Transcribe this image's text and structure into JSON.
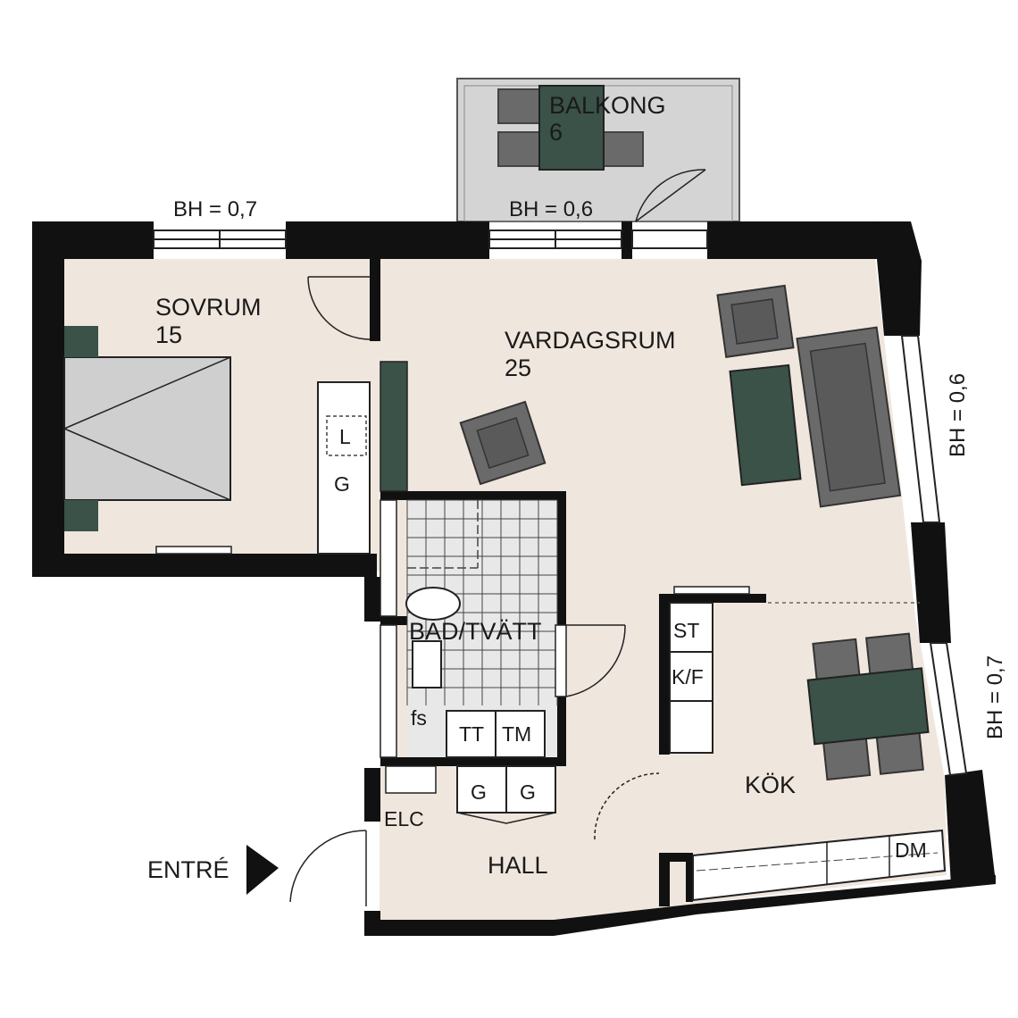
{
  "colors": {
    "wall": "#111111",
    "floor": "#efe6dd",
    "balcony": "#d4d4d4",
    "furniture_gray": "#6a6a6a",
    "furniture_green": "#3a5248",
    "bed": "#cfcfcf"
  },
  "rooms": {
    "balkong": {
      "name": "BALKONG",
      "area": "6"
    },
    "sovrum": {
      "name": "SOVRUM",
      "area": "15"
    },
    "vardagsrum": {
      "name": "VARDAGSRUM",
      "area": "25"
    },
    "bad": {
      "name": "BAD/TVÄTT"
    },
    "kok": {
      "name": "KÖK"
    },
    "hall": {
      "name": "HALL"
    }
  },
  "window_heights": {
    "sovrum_top": "BH = 0,7",
    "vardagsrum_top": "BH = 0,6",
    "vardagsrum_right": "BH = 0,6",
    "kok_right": "BH = 0,7"
  },
  "fixtures": {
    "linen": "L",
    "wardrobe_sovrum": "G",
    "stove": "ST",
    "fridge": "K/F",
    "dishwasher": "DM",
    "floor_drain": "fs",
    "dryer": "TT",
    "washer": "TM",
    "hall_wardrobe_1": "G",
    "hall_wardrobe_2": "G",
    "electric": "ELC"
  },
  "entrance": {
    "label": "ENTRÉ"
  }
}
